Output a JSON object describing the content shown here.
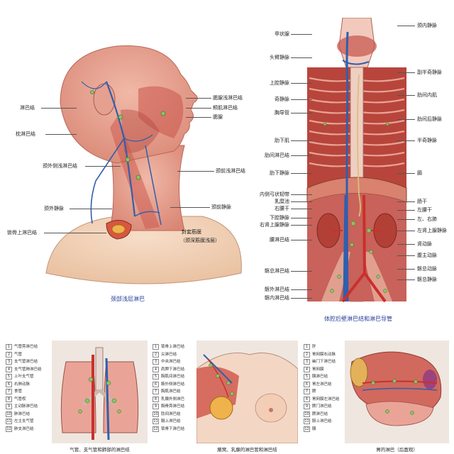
{
  "head_neck": {
    "caption": "颈部浅层淋巴",
    "labels_left": [
      "淋巴结",
      "枕淋巴结",
      "颈外侧浅淋巴结",
      "颈外静脉",
      "锁骨上淋巴结"
    ],
    "labels_right": [
      "腮腺浅淋巴结",
      "颊肌淋巴结",
      "腮腺",
      "颈前浅淋巴结",
      "颈前静脉"
    ],
    "fascia_label": "封套筋膜",
    "fascia_sub": "（颈深筋膜浅层）"
  },
  "abdomen": {
    "caption": "体腔后壁淋巴结和淋巴导管",
    "labels_left": [
      "甲状腺",
      "头臂静脉",
      "上腔静脉",
      "奇静脉",
      "胸导管",
      "肋下肌",
      "肋间淋巴结",
      "肋下静脉",
      "内侧弓状韧带",
      "乳糜池",
      "右腰干",
      "下腔静脉",
      "右肾上腺静脉",
      "腰淋巴结",
      "髂总淋巴结",
      "髂外淋巴结",
      "髂内淋巴结"
    ],
    "labels_right": [
      "颈内静脉",
      "副半奇静脉",
      "肋间内肌",
      "肋间后静脉",
      "半奇静脉",
      "膈",
      "肠干",
      "左腰干",
      "左、右肺",
      "左肾上腺静脉",
      "肾动脉",
      "腹主动脉",
      "髂总动脉",
      "髂总静脉"
    ]
  },
  "bottom_panels": [
    {
      "caption": "气管、支气管和肺部的淋巴结",
      "legend": [
        "气管旁淋巴结",
        "气管",
        "支气管淋巴结",
        "支气管肺淋巴结",
        "上叶支气管",
        "右肺动脉",
        "食管",
        "气管杈",
        "主动脉淋巴结",
        "肺淋巴结",
        "左主支气管",
        "肺支淋巴结"
      ],
      "nums": [
        "1",
        "2",
        "3",
        "4",
        "5",
        "6",
        "7",
        "8",
        "9",
        "10",
        "11",
        "12"
      ]
    },
    {
      "caption": "腋窝、乳腺的淋巴管和淋巴结",
      "legend": [
        "锁骨上淋巴结",
        "尖淋巴结",
        "中央淋巴结",
        "肩胛下淋巴结",
        "胸肌间淋巴结",
        "腋外侧淋巴结",
        "胸肌淋巴结",
        "乳腺外侧淋巴",
        "胸骨旁淋巴结",
        "肋间淋巴结",
        "膈上淋巴结",
        "锁骨下淋巴结"
      ],
      "nums": [
        "1",
        "2",
        "3",
        "4",
        "5",
        "6",
        "7",
        "8",
        "9",
        "10",
        "11",
        "12"
      ]
    },
    {
      "caption": "胃的淋巴（后面观）",
      "legend": [
        "肝",
        "胃网膜右动脉",
        "幽门下淋巴结",
        "胃网膜",
        "胰淋巴结",
        "胃左淋巴结",
        "脾",
        "胃网膜左淋巴结",
        "脾门淋巴结",
        "脾淋巴结",
        "肠上淋巴结",
        "胰"
      ],
      "nums": [
        "1",
        "2",
        "3",
        "4",
        "5",
        "6",
        "7",
        "8",
        "9",
        "10",
        "11",
        "12"
      ]
    }
  ],
  "colors": {
    "tissue": "#e9a79a",
    "muscle": "#c9544a",
    "vein": "#2f5fae",
    "artery": "#c9302c",
    "caption": "#2a3e9a"
  }
}
